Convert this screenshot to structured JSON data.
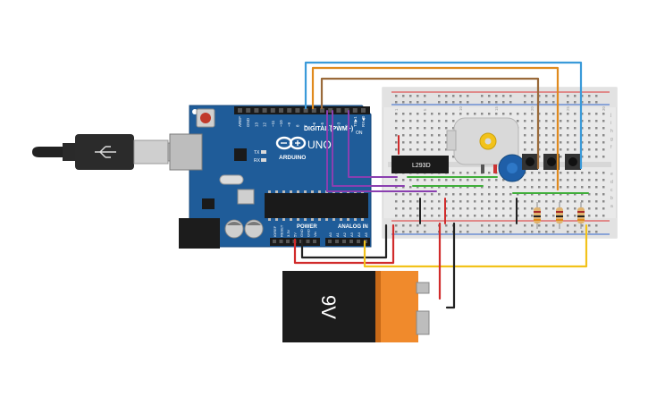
{
  "arduino": {
    "digital_header": "DIGITAL (PWM~)",
    "pin_labels_digital": [
      "AREF",
      "GND",
      "13",
      "12",
      "~11",
      "~10",
      "~9",
      "8",
      "7",
      "~6",
      "~5",
      "4",
      "~3",
      "2",
      "TX▶1",
      "RX◀0"
    ],
    "logo_text": "ARDUINO",
    "model": "UNO",
    "tx": "TX",
    "rx": "RX",
    "led_on": "ON",
    "power_header": "POWER",
    "analog_header": "ANALOG IN",
    "power_pins": [
      "IOREF",
      "RESET",
      "3.3V",
      "5V",
      "GND",
      "GND",
      "Vin"
    ],
    "analog_pins": [
      "A0",
      "A1",
      "A2",
      "A3",
      "A4",
      "A5"
    ]
  },
  "motor_driver": {
    "label": "L293D"
  },
  "battery": {
    "label": "9V"
  },
  "breadboard": {
    "row_letters_top": [
      "j",
      "i",
      "h",
      "g",
      "f"
    ],
    "row_letters_bottom": [
      "e",
      "d",
      "c",
      "b",
      "a"
    ],
    "column_numbers": [
      "1",
      "5",
      "10",
      "15",
      "20",
      "25",
      "30"
    ]
  },
  "colors": {
    "board_blue": "#1f5c99",
    "breadboard": "#e8e8e8",
    "wire_orange": "#e08a1e",
    "wire_blue": "#3a9ad9",
    "wire_brown": "#9a6a3a",
    "wire_purple": "#8a3fb0",
    "wire_green": "#3fae3a",
    "wire_red": "#d12b2b",
    "wire_black": "#222222",
    "wire_yellow": "#f2c21a",
    "battery_orange": "#f08a2c",
    "battery_black": "#1c1c1c"
  }
}
